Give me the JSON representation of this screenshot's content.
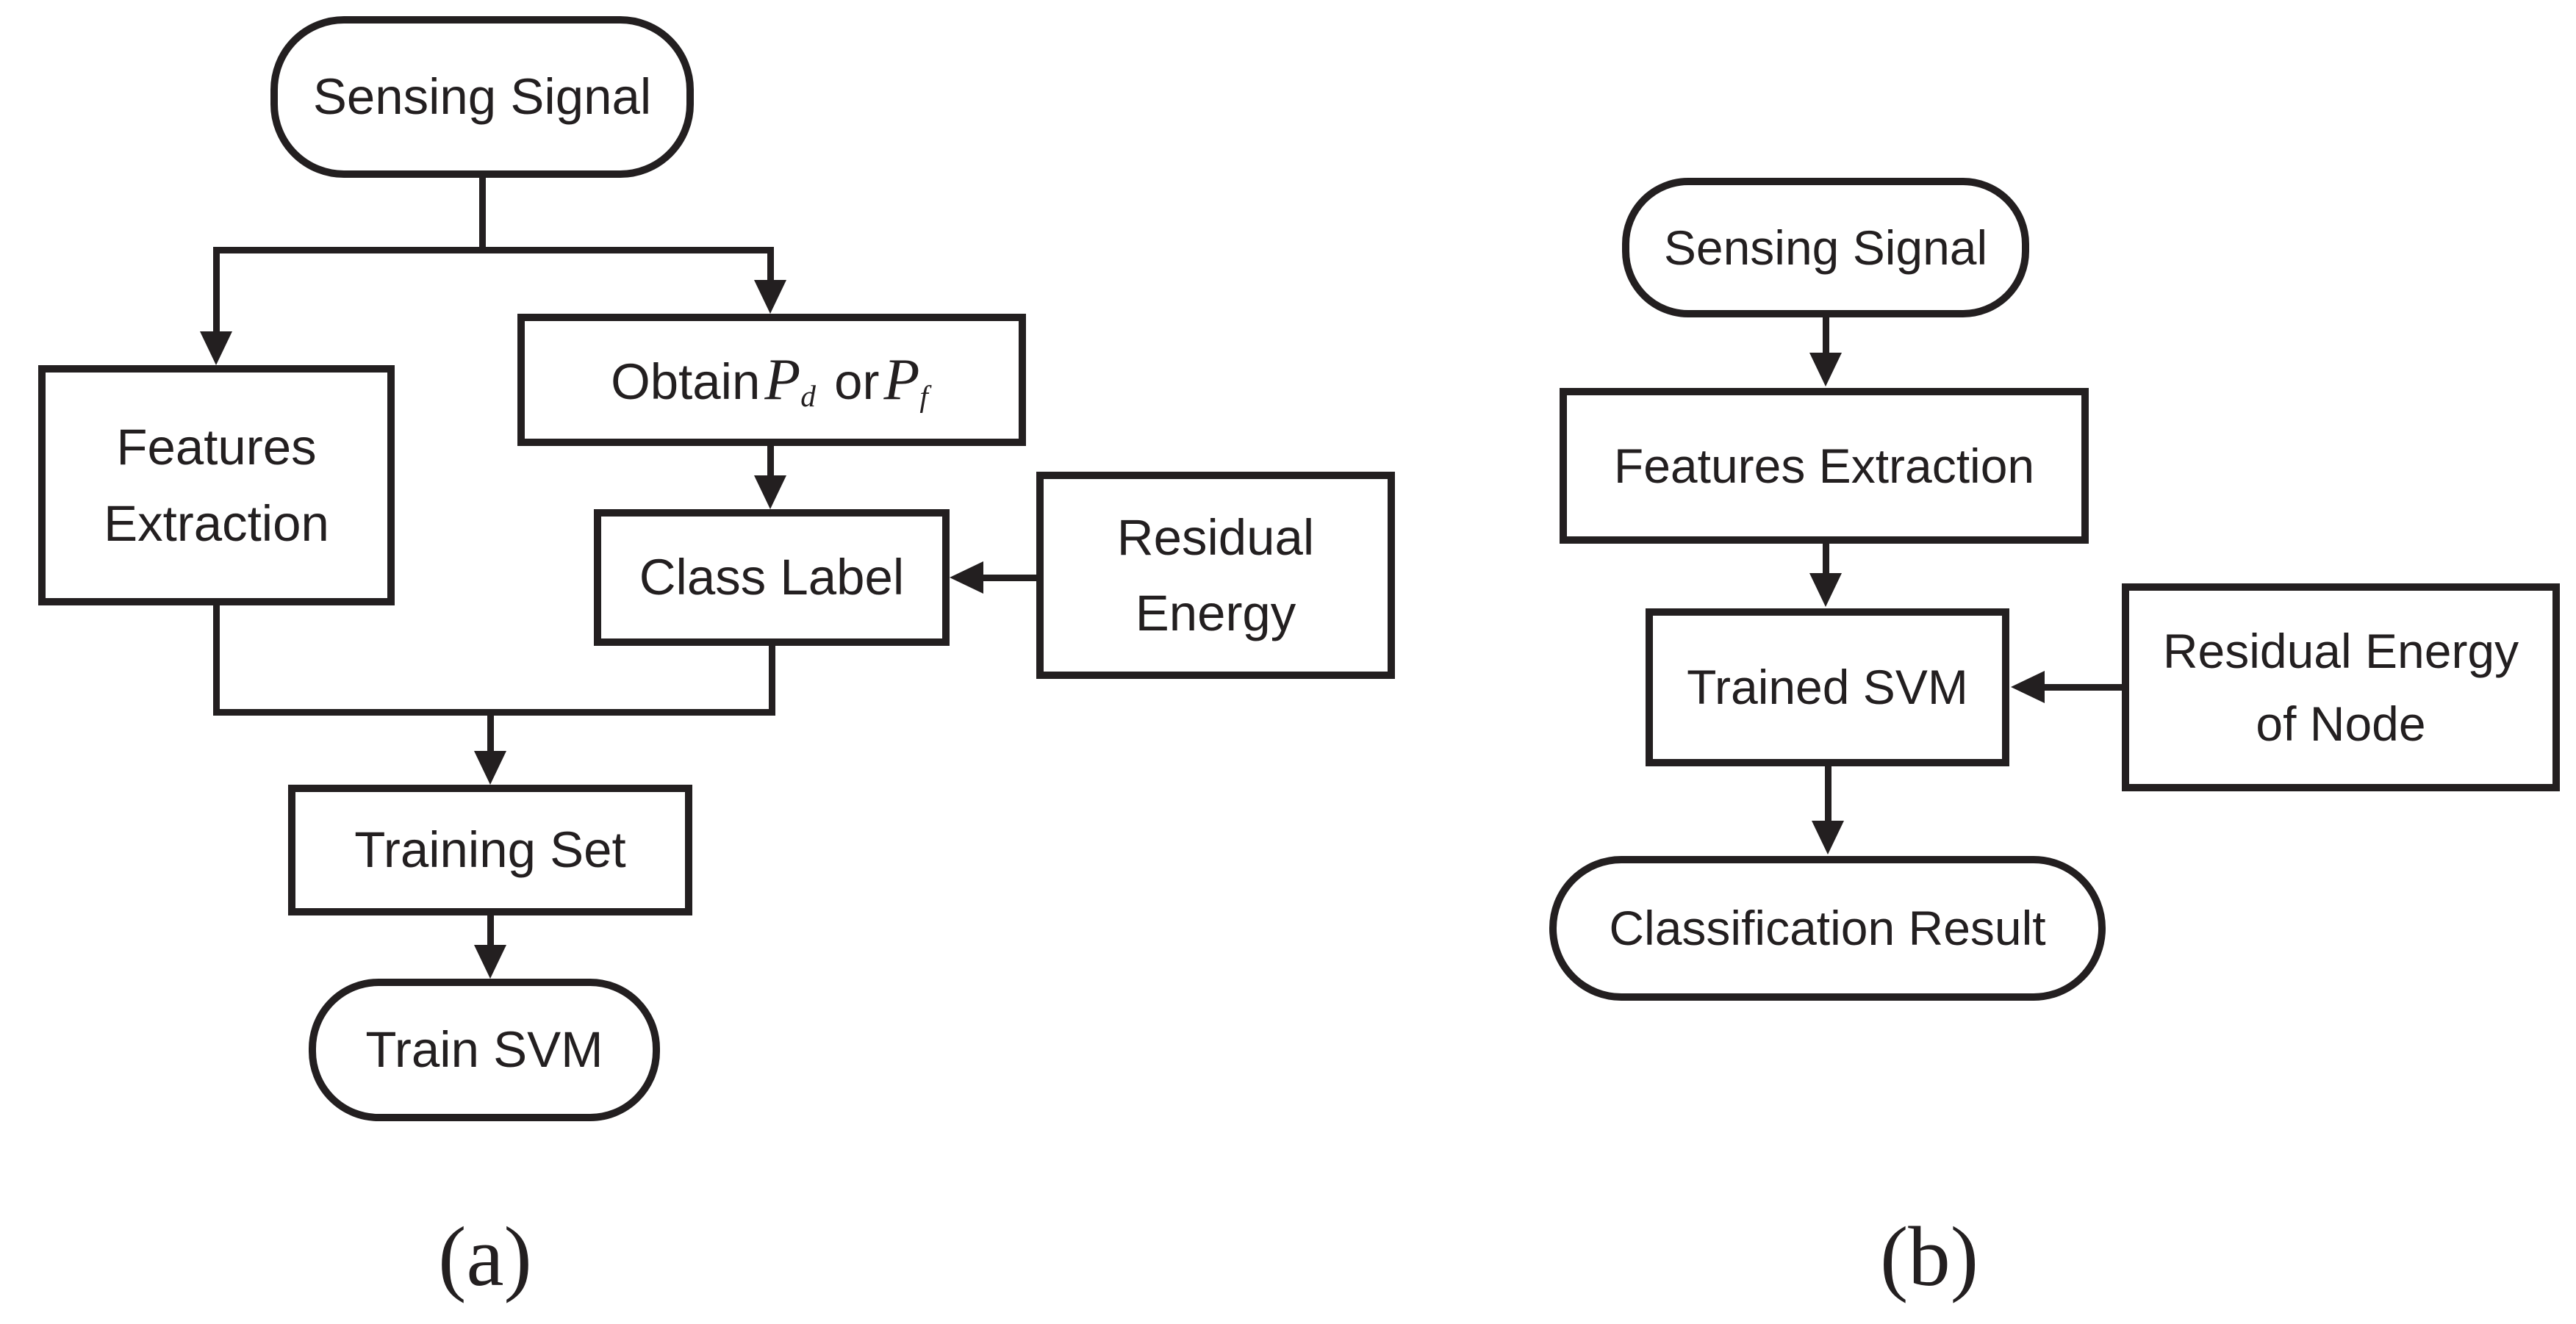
{
  "colors": {
    "ink": "#231f20",
    "background": "#ffffff"
  },
  "panel_a": {
    "caption": "(a)",
    "sensing": "Sensing Signal",
    "features_line1": "Features",
    "features_line2": "Extraction",
    "obtain_pre": "Obtain",
    "obtain_p1": "P",
    "obtain_sub1": "d",
    "obtain_mid": "or",
    "obtain_p2": "P",
    "obtain_sub2": "f",
    "class_label": "Class Label",
    "residual_line1": "Residual",
    "residual_line2": "Energy",
    "training_set": "Training Set",
    "train_svm": "Train SVM",
    "edges": [
      "Sensing Signal -> Features Extraction",
      "Sensing Signal -> Obtain Pd or Pf",
      "Obtain Pd or Pf -> Class Label",
      "Residual Energy -> Class Label",
      "Features Extraction -> Training Set",
      "Class Label -> Training Set",
      "Training Set -> Train SVM"
    ]
  },
  "panel_b": {
    "caption": "(b)",
    "sensing": "Sensing Signal",
    "features": "Features Extraction",
    "trained_svm": "Trained SVM",
    "residual_line1": "Residual Energy",
    "residual_line2": "of Node",
    "classification_result": "Classification Result",
    "edges": [
      "Sensing Signal -> Features Extraction",
      "Features Extraction -> Trained SVM",
      "Residual Energy of Node -> Trained SVM",
      "Trained SVM -> Classification Result"
    ]
  }
}
